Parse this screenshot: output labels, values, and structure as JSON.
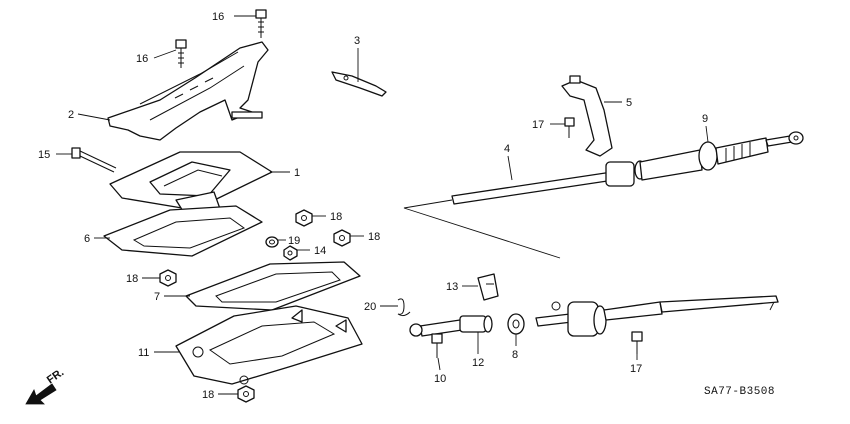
{
  "diagram": {
    "callouts": {
      "c1": "1",
      "c2": "2",
      "c3": "3",
      "c4": "4",
      "c5": "5",
      "c6": "6",
      "c7": "7",
      "c8": "8",
      "c9": "9",
      "c10": "10",
      "c11": "11",
      "c12": "12",
      "c13": "13",
      "c14": "14",
      "c15": "15",
      "c16a": "16",
      "c16b": "16",
      "c17a": "17",
      "c17b": "17",
      "c18a": "18",
      "c18b": "18",
      "c18c": "18",
      "c18d": "18",
      "c19": "19",
      "c20": "20"
    },
    "direction_label": "FR.",
    "drawing_code": "SA77-B3508"
  }
}
